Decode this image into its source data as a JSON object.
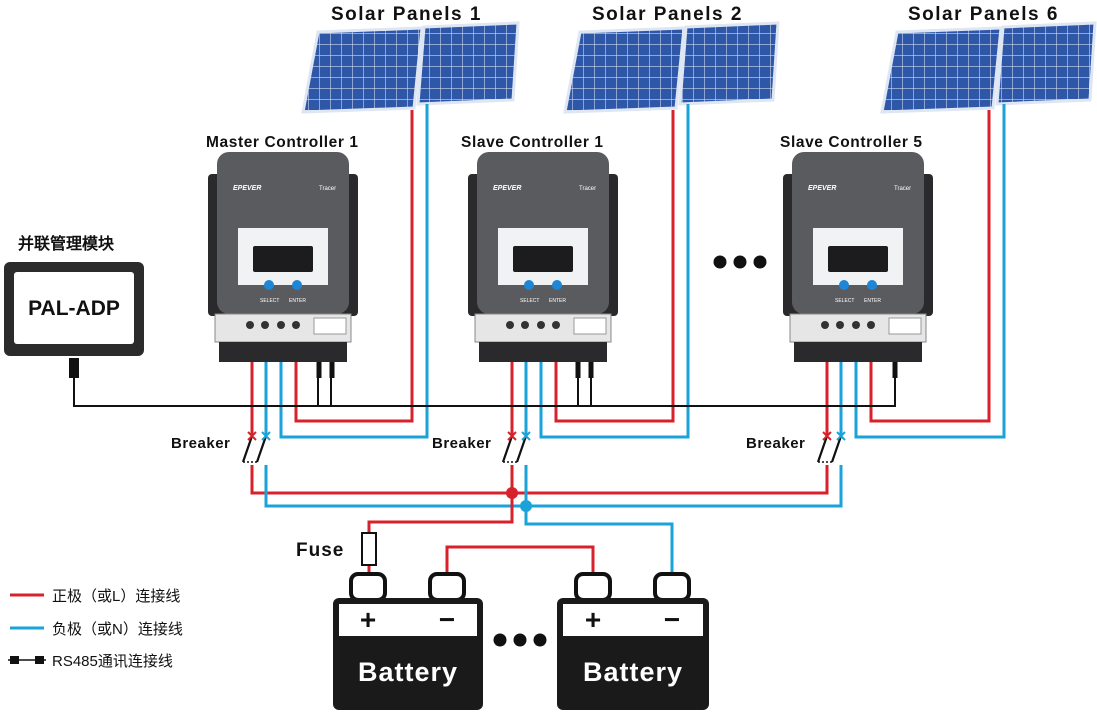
{
  "colors": {
    "positive": "#d7222b",
    "negative": "#1aa3d9",
    "rs485": "#111111",
    "controller_body": "#5a5b5f",
    "panel_blue": "#2b4f9e",
    "battery": "#1a1a1a"
  },
  "panels": [
    {
      "label": "Solar Panels 1"
    },
    {
      "label": "Solar Panels 2"
    },
    {
      "label": "Solar Panels 6"
    }
  ],
  "controllers": [
    {
      "label": "Master Controller 1",
      "brand": "EPEVER",
      "model": "Tracer",
      "btn_select": "SELECT",
      "btn_enter": "ENTER"
    },
    {
      "label": "Slave Controller 1",
      "brand": "EPEVER",
      "model": "Tracer",
      "btn_select": "SELECT",
      "btn_enter": "ENTER"
    },
    {
      "label": "Slave Controller 5",
      "brand": "EPEVER",
      "model": "Tracer",
      "btn_select": "SELECT",
      "btn_enter": "ENTER"
    }
  ],
  "module": {
    "title": "并联管理模块",
    "label": "PAL-ADP"
  },
  "breakers": [
    {
      "label": "Breaker"
    },
    {
      "label": "Breaker"
    },
    {
      "label": "Breaker"
    }
  ],
  "fuse": {
    "label": "Fuse"
  },
  "batteries": [
    {
      "label": "Battery",
      "plus": "+",
      "minus": "−"
    },
    {
      "label": "Battery",
      "plus": "+",
      "minus": "−"
    }
  ],
  "legend": [
    {
      "label": "正极（或L）连接线",
      "color": "#d7222b"
    },
    {
      "label": "负极（或N）连接线",
      "color": "#1aa3d9"
    },
    {
      "label": "RS485通讯连接线",
      "color": "#111111"
    }
  ]
}
